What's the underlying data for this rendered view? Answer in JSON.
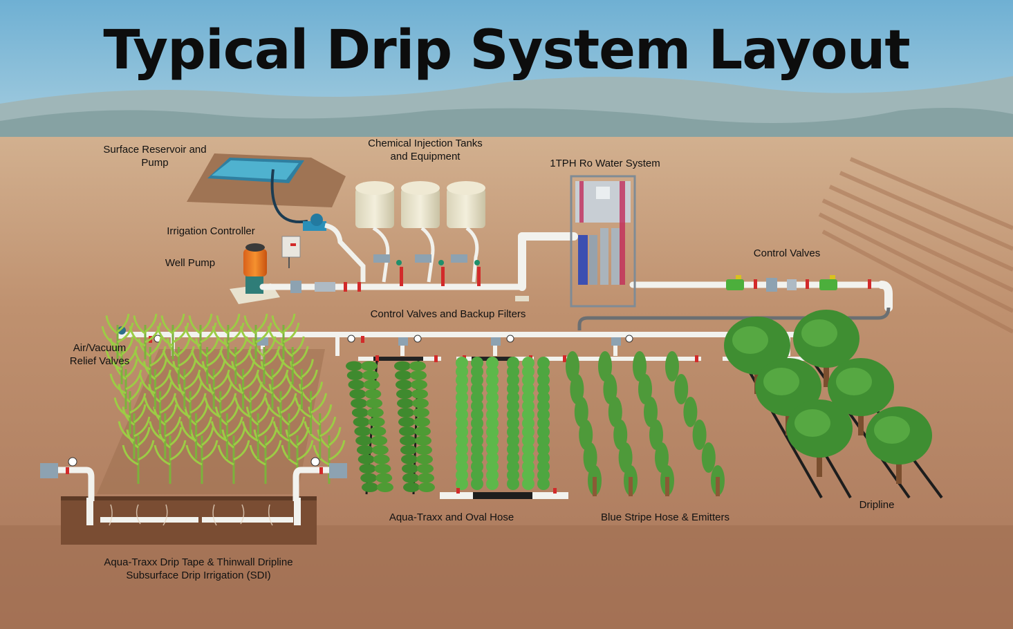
{
  "title": "Typical Drip System Layout",
  "labels": {
    "reservoir_line1": "Surface Reservoir and",
    "reservoir_line2": "Pump",
    "chem_line1": "Chemical Injection Tanks",
    "chem_line2": "and Equipment",
    "ro_system": "1TPH Ro Water System",
    "irrigation_controller": "Irrigation Controller",
    "well_pump": "Well Pump",
    "control_valves_right": "Control Valves",
    "control_valves_filters": "Control Valves and Backup Filters",
    "air_vac_line1": "Air/Vacuum",
    "air_vac_line2": "Relief Valves",
    "oval_hose": "Aqua-Traxx and Oval Hose",
    "blue_stripe": "Blue Stripe Hose & Emitters",
    "dripline": "Dripline",
    "sdi_line1": "Aqua-Traxx Drip Tape & Thinwall Dripline",
    "sdi_line2": "Subsurface Drip Irrigation (SDI)"
  },
  "colors": {
    "sky": "#7bb6d6",
    "mountain": "#8fa6a8",
    "soil": "#b8896a",
    "soil_dark": "#8f6446",
    "pipe": "#f2f2ee",
    "plant": "#5fa83a",
    "valve_red": "#d22a2a",
    "valve_green": "#4caf3c",
    "water": "#3e9fc2"
  }
}
